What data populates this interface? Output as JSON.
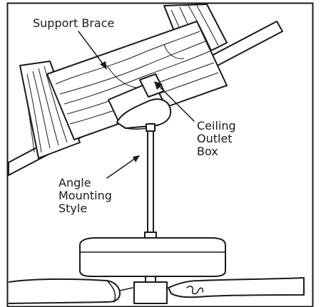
{
  "labels": {
    "support_brace": "Support Brace",
    "ceiling": "Ceiling",
    "outlet": "Outlet",
    "box": "Box",
    "angle": "Angle",
    "mounting": "Mounting",
    "style": "Style"
  }
}
